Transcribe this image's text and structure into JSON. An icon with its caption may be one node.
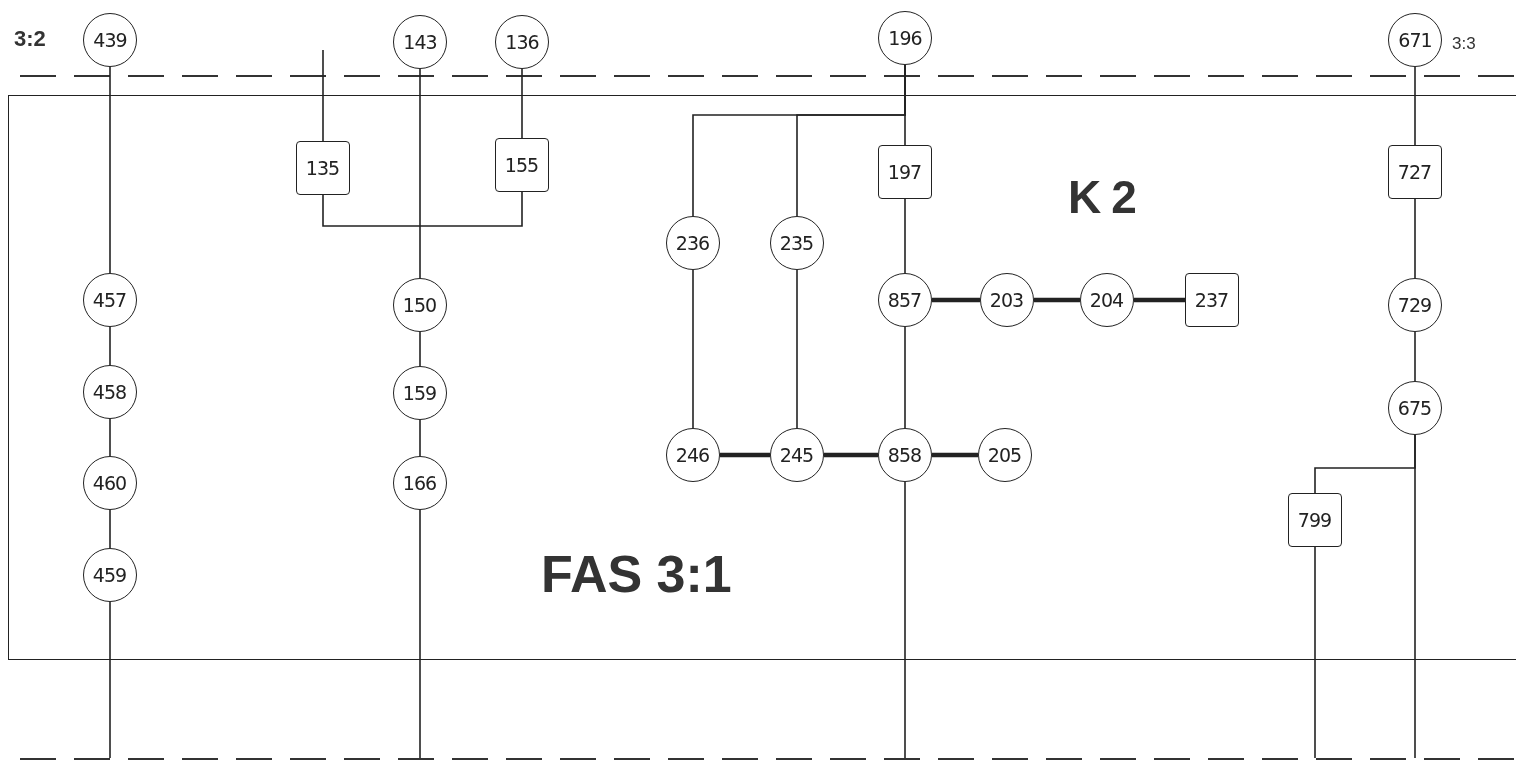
{
  "diagram": {
    "nodes": [
      {
        "text": [
          "439"
        ]
      },
      {
        "text": [
          "143"
        ]
      },
      {
        "text": [
          "136"
        ]
      },
      {
        "text": [
          "196"
        ]
      },
      {
        "text": [
          "671"
        ]
      },
      {
        "text": [
          "FAS 3:1"
        ]
      },
      {
        "text": [
          "135"
        ],
        "in": 5
      },
      {
        "text": [
          "155"
        ],
        "in": 5
      },
      {
        "text": [
          "197"
        ],
        "in": 5
      },
      {
        "text": [
          "727"
        ],
        "in": 5
      },
      {
        "text": [
          "236"
        ],
        "in": 5
      },
      {
        "text": [
          "235"
        ],
        "in": 5
      },
      {
        "text": [
          "457"
        ],
        "in": 5
      },
      {
        "text": [
          "150"
        ],
        "in": 5
      },
      {
        "text": [
          "857"
        ],
        "in": 5
      },
      {
        "text": [
          "203"
        ],
        "in": 5
      },
      {
        "text": [
          "204"
        ],
        "in": 5
      },
      {
        "text": [
          "237"
        ],
        "in": 5
      },
      {
        "text": [
          "729"
        ],
        "in": 5
      },
      {
        "text": [
          "458"
        ],
        "in": 5
      },
      {
        "text": [
          "159"
        ],
        "in": 5
      },
      {
        "text": [
          "675"
        ],
        "in": 5
      },
      {
        "text": [
          "246"
        ],
        "in": 5
      },
      {
        "text": [
          "245"
        ],
        "in": 5
      },
      {
        "text": [
          "858"
        ],
        "in": 5
      },
      {
        "text": [
          "205"
        ],
        "in": 5
      },
      {
        "text": [
          "460"
        ],
        "in": 5
      },
      {
        "text": [
          "166"
        ],
        "in": 5
      },
      {
        "text": [
          "799"
        ],
        "in": 5
      },
      {
        "text": [
          "459"
        ],
        "in": 5
      }
    ],
    "edges": [
      {
        "from": 0,
        "to": 12,
        "arrow": "none"
      },
      {
        "from": 12,
        "to": 19,
        "arrow": "none"
      },
      {
        "from": 19,
        "to": 26,
        "arrow": "none"
      },
      {
        "from": 26,
        "to": 29,
        "arrow": "none"
      },
      {
        "from": 29,
        "to": null,
        "arrow": "none"
      },
      {
        "from": null,
        "to": 6,
        "arrow": "none"
      },
      {
        "from": 2,
        "to": 7,
        "arrow": "none"
      },
      {
        "from": 6,
        "to": 7,
        "arrow": "none"
      },
      {
        "from": 1,
        "to": 13,
        "arrow": "none"
      },
      {
        "from": 13,
        "to": 20,
        "arrow": "none"
      },
      {
        "from": 20,
        "to": 27,
        "arrow": "none"
      },
      {
        "from": 27,
        "to": null,
        "arrow": "none"
      },
      {
        "from": 3,
        "to": 10,
        "arrow": "none"
      },
      {
        "from": 3,
        "to": 11,
        "arrow": "none"
      },
      {
        "from": 3,
        "to": 8,
        "arrow": "none"
      },
      {
        "from": 8,
        "to": 14,
        "arrow": "none"
      },
      {
        "from": 14,
        "to": 15,
        "arrow": "none",
        "style": "thick"
      },
      {
        "from": 15,
        "to": 16,
        "arrow": "none",
        "style": "thick"
      },
      {
        "from": 16,
        "to": 17,
        "arrow": "none",
        "style": "thick"
      },
      {
        "from": 10,
        "to": 22,
        "arrow": "none"
      },
      {
        "from": 11,
        "to": 23,
        "arrow": "none"
      },
      {
        "from": 22,
        "to": 23,
        "arrow": "none",
        "style": "thick"
      },
      {
        "from": 23,
        "to": 24,
        "arrow": "none",
        "style": "thick"
      },
      {
        "from": 24,
        "to": 25,
        "arrow": "none",
        "style": "thick"
      },
      {
        "from": 14,
        "to": 24,
        "arrow": "none"
      },
      {
        "from": 24,
        "to": null,
        "arrow": "none"
      },
      {
        "from": 4,
        "to": 9,
        "arrow": "none"
      },
      {
        "from": 9,
        "to": 18,
        "arrow": "none"
      },
      {
        "from": 18,
        "to": 21,
        "arrow": "none"
      },
      {
        "from": 21,
        "to": null,
        "arrow": "none"
      },
      {
        "from": 21,
        "to": 28,
        "arrow": "none"
      },
      {
        "from": 28,
        "to": null,
        "arrow": "none"
      }
    ],
    "labels": [
      "3:2",
      "3:3",
      "K2"
    ]
  }
}
